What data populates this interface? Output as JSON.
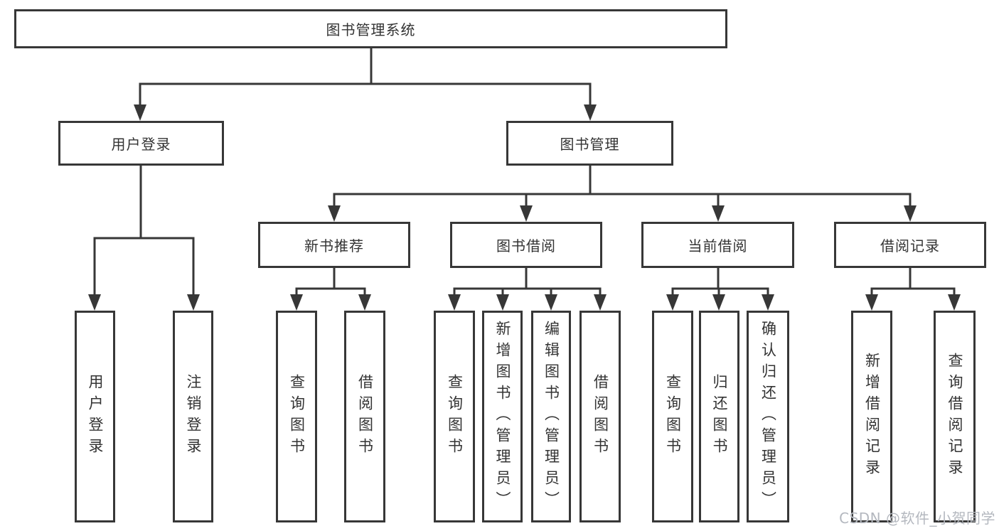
{
  "diagram_title": "图书管理系统",
  "colors": {
    "line": "#373737",
    "text": "#333333",
    "background": "#ffffff",
    "watermark": "#b4b8bf"
  },
  "nodes": {
    "root": {
      "label": "图书管理系统"
    },
    "user_login_group": {
      "label": "用户登录"
    },
    "book_mgmt": {
      "label": "图书管理"
    },
    "user_login": {
      "label": "用户登录"
    },
    "logout": {
      "label": "注销登录"
    },
    "new_book_rec": {
      "label": "新书推荐"
    },
    "book_borrow": {
      "label": "图书借阅"
    },
    "current_borrow": {
      "label": "当前借阅"
    },
    "borrow_records": {
      "label": "借阅记录"
    },
    "nbr_query_books": {
      "label": "查询图书"
    },
    "nbr_borrow_books": {
      "label": "借阅图书"
    },
    "bb_query_books": {
      "label": "查询图书"
    },
    "bb_add_books": {
      "label": "新增图书（管理员）"
    },
    "bb_edit_books": {
      "label": "编辑图书（管理员）"
    },
    "bb_borrow_books": {
      "label": "借阅图书"
    },
    "cb_query_books": {
      "label": "查询图书"
    },
    "cb_return_books": {
      "label": "归还图书"
    },
    "cb_confirm_return": {
      "label": "确认归还（管理员）"
    },
    "br_add_record": {
      "label": "新增借阅记录"
    },
    "br_query_record": {
      "label": "查询借阅记录"
    }
  },
  "tree": {
    "root": "图书管理系统",
    "children": [
      {
        "label": "用户登录",
        "children": [
          "用户登录",
          "注销登录"
        ]
      },
      {
        "label": "图书管理",
        "children": [
          {
            "label": "新书推荐",
            "children": [
              "查询图书",
              "借阅图书"
            ]
          },
          {
            "label": "图书借阅",
            "children": [
              "查询图书",
              "新增图书（管理员）",
              "编辑图书（管理员）",
              "借阅图书"
            ]
          },
          {
            "label": "当前借阅",
            "children": [
              "查询图书",
              "归还图书",
              "确认归还（管理员）"
            ]
          },
          {
            "label": "借阅记录",
            "children": [
              "新增借阅记录",
              "查询借阅记录"
            ]
          }
        ]
      }
    ]
  },
  "watermark": {
    "text": "CSDN @软件_小贺同学"
  }
}
